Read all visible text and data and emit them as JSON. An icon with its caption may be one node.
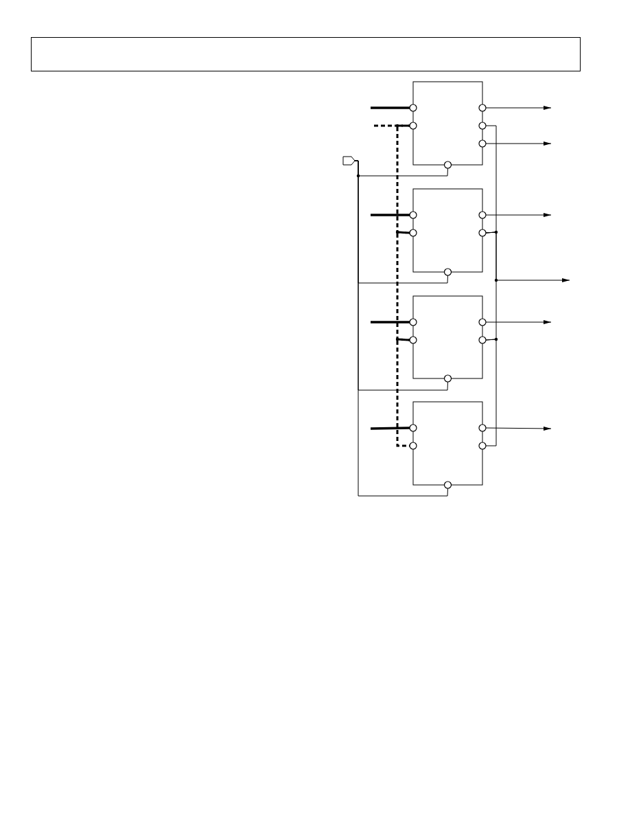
{
  "diagram": {
    "nodes": [
      {
        "text": [],
        "shape": "box"
      },
      {
        "text": [],
        "shape": "box"
      },
      {
        "text": [],
        "shape": "box"
      },
      {
        "text": [],
        "shape": "box"
      },
      {
        "text": [],
        "shape": "pentagon"
      }
    ],
    "edges": [
      {
        "from": null,
        "to": 0,
        "arrow": "none",
        "style": "thick"
      },
      {
        "from": null,
        "to": 1,
        "arrow": "none",
        "style": "thick"
      },
      {
        "from": null,
        "to": 2,
        "arrow": "none",
        "style": "thick"
      },
      {
        "from": null,
        "to": 3,
        "arrow": "none",
        "style": "thick"
      },
      {
        "from": null,
        "to": 0,
        "arrow": "none",
        "style": "dashed"
      },
      {
        "from": 0,
        "to": 1,
        "arrow": "none",
        "style": "dashed"
      },
      {
        "from": 1,
        "to": 2,
        "arrow": "none",
        "style": "dashed"
      },
      {
        "from": 2,
        "to": 3,
        "arrow": "none",
        "style": "dashed"
      },
      {
        "from": 0,
        "to": null,
        "arrow": "to"
      },
      {
        "from": 0,
        "to": null,
        "arrow": "to"
      },
      {
        "from": 1,
        "to": null,
        "arrow": "to"
      },
      {
        "from": 2,
        "to": null,
        "arrow": "to"
      },
      {
        "from": 3,
        "to": null,
        "arrow": "to"
      },
      {
        "from": 0,
        "to": 1,
        "arrow": "none"
      },
      {
        "from": 1,
        "to": 2,
        "arrow": "none"
      },
      {
        "from": 2,
        "to": 3,
        "arrow": "none"
      },
      {
        "from": 1,
        "to": null,
        "arrow": "to"
      },
      {
        "from": 4,
        "to": 0,
        "arrow": "none"
      },
      {
        "from": 4,
        "to": 1,
        "arrow": "none"
      },
      {
        "from": 4,
        "to": 2,
        "arrow": "none"
      },
      {
        "from": 4,
        "to": 3,
        "arrow": "none"
      }
    ]
  }
}
